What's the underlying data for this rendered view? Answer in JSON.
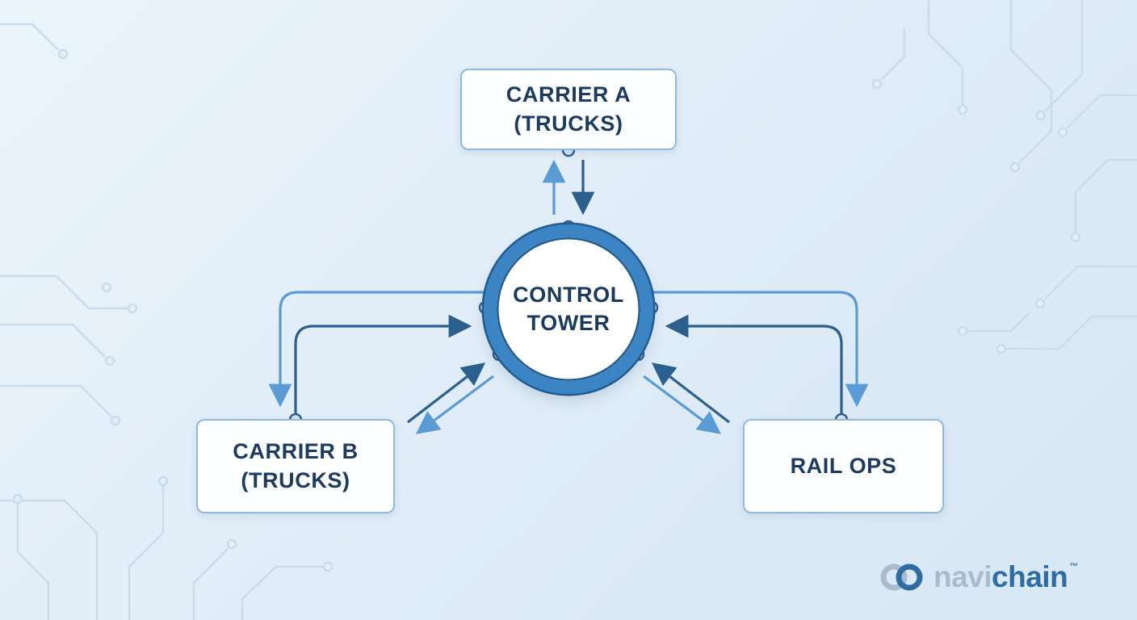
{
  "diagram": {
    "hub": {
      "line1": "CONTROL",
      "line2": "TOWER"
    },
    "carrier_a": {
      "line1": "CARRIER A",
      "line2": "(TRUCKS)"
    },
    "carrier_b": {
      "line1": "CARRIER B",
      "line2": "(TRUCKS)"
    },
    "rail_ops": {
      "line1": "RAIL OPS"
    },
    "connections": [
      {
        "from": "control-tower",
        "to": "carrier-a",
        "type": "bidirectional"
      },
      {
        "from": "control-tower",
        "to": "carrier-b",
        "type": "bidirectional"
      },
      {
        "from": "control-tower",
        "to": "rail-ops",
        "type": "bidirectional"
      }
    ],
    "colors": {
      "background": "#e4eff8",
      "hub_ring": "#3b85c4",
      "hub_outline": "#225c8f",
      "node_border": "#8fbadd",
      "node_text": "#1d3b60",
      "arrow_dark": "#2b5f8e",
      "arrow_light": "#5b9bd5",
      "circuit_lines": "#c9dcee"
    }
  },
  "logo": {
    "navi": "navi",
    "chain": "chain",
    "tm": "™"
  }
}
